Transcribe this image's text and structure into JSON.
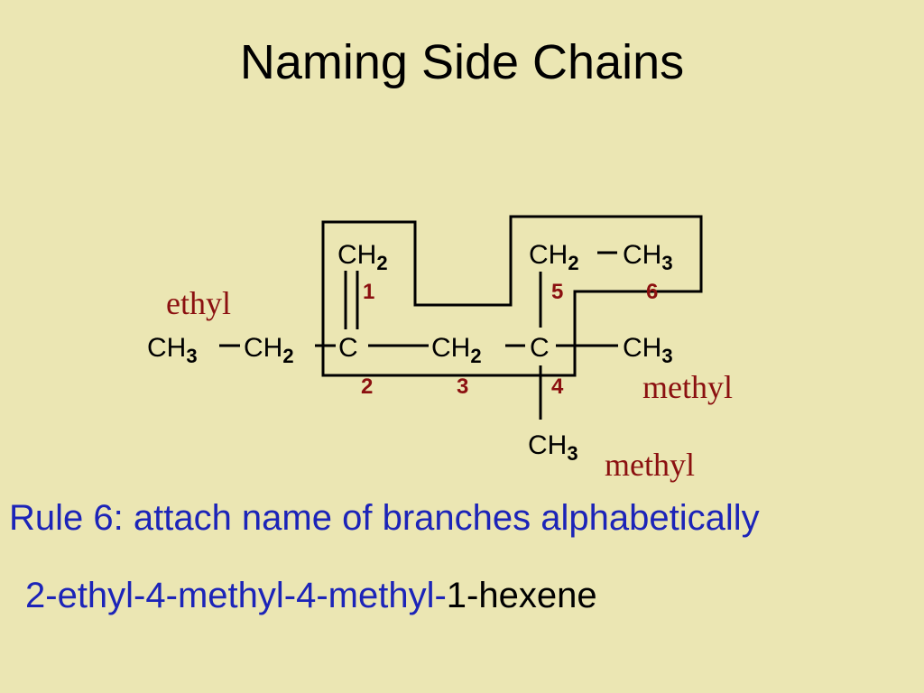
{
  "slide": {
    "title": "Naming Side Chains",
    "rule_text": "Rule 6: attach name of branches alphabetically",
    "answer_prefix": "2-ethyl-4-methyl-4-methyl-",
    "answer_suffix": "1-hexene"
  },
  "molecule": {
    "atoms": {
      "ch2_top": {
        "main": "CH",
        "sub": "2"
      },
      "ch2_top_right": {
        "main": "CH",
        "sub": "2"
      },
      "ch3_top_right": {
        "main": "CH",
        "sub": "3"
      },
      "ch3_left": {
        "main": "CH",
        "sub": "3"
      },
      "ch2_left": {
        "main": "CH",
        "sub": "2"
      },
      "c_2": {
        "main": "C"
      },
      "ch2_mid": {
        "main": "CH",
        "sub": "2"
      },
      "c_4": {
        "main": "C"
      },
      "ch3_right": {
        "main": "CH",
        "sub": "3"
      },
      "ch3_bottom": {
        "main": "CH",
        "sub": "3"
      }
    },
    "numbers": [
      "1",
      "2",
      "3",
      "4",
      "5",
      "6"
    ],
    "branch_labels": {
      "ethyl": "ethyl",
      "methyl_right": "methyl",
      "methyl_bottom": "methyl"
    }
  },
  "colors": {
    "background": "#ebe6b3",
    "title": "#000000",
    "rule": "#1c24b8",
    "numbers": "#8b1010",
    "branch_labels": "#8b1010"
  }
}
